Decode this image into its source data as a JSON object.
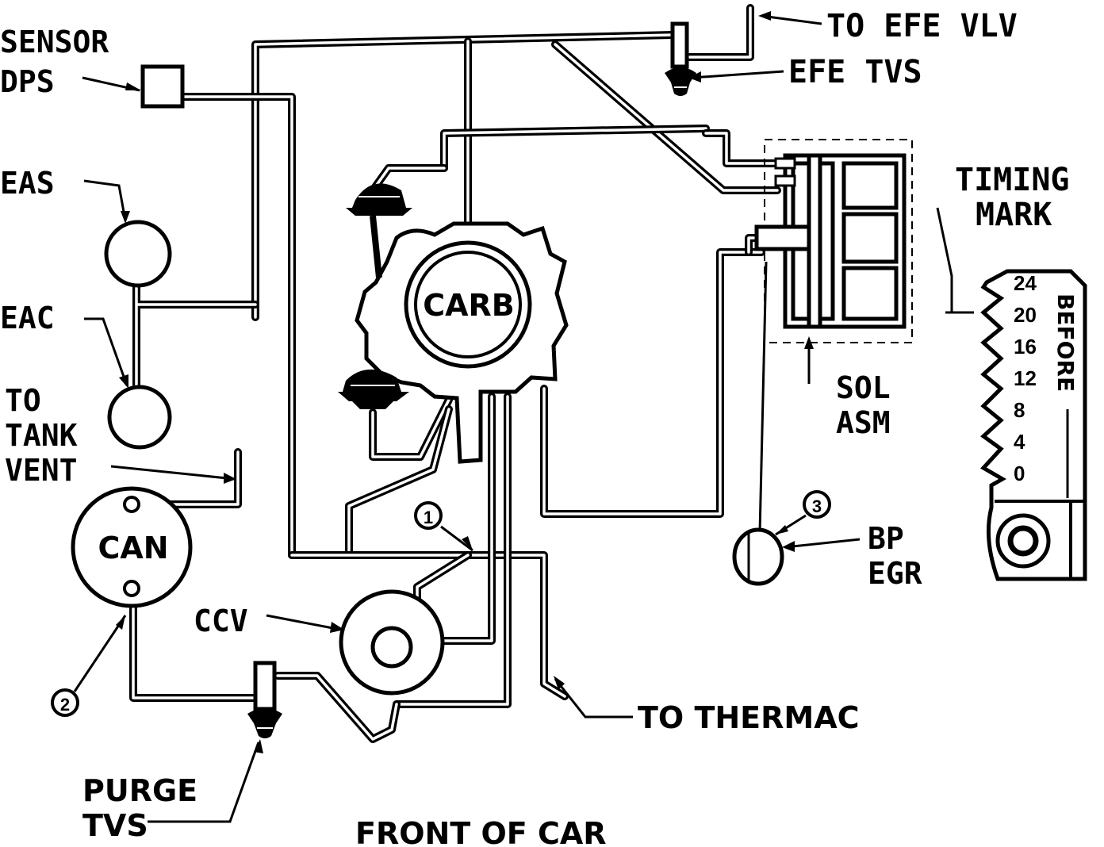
{
  "labels": {
    "sensor_line1": "SENSOR",
    "sensor_line2": "DPS",
    "to_efe_vlv": "TO EFE VLV",
    "efe_tvs": "EFE TVS",
    "eas": "EAS",
    "eac": "EAC",
    "to_tank_line1": "TO",
    "to_tank_line2": "TANK",
    "to_tank_line3": "VENT",
    "can": "CAN",
    "carb": "CARB",
    "ccv": "CCV",
    "timing_line1": "TIMING",
    "timing_line2": "MARK",
    "sol_line1": "SOL",
    "sol_line2": "ASM",
    "bp_line1": "BP",
    "bp_line2": "EGR",
    "to_thermac": "TO THERMAC",
    "purge_line1": "PURGE",
    "purge_line2": "TVS",
    "front_of_car": "FRONT OF CAR",
    "before": "BEFORE"
  },
  "callouts": [
    "1",
    "2",
    "3"
  ],
  "timing_scale": [
    "24",
    "20",
    "16",
    "12",
    "8",
    "4",
    "0"
  ]
}
